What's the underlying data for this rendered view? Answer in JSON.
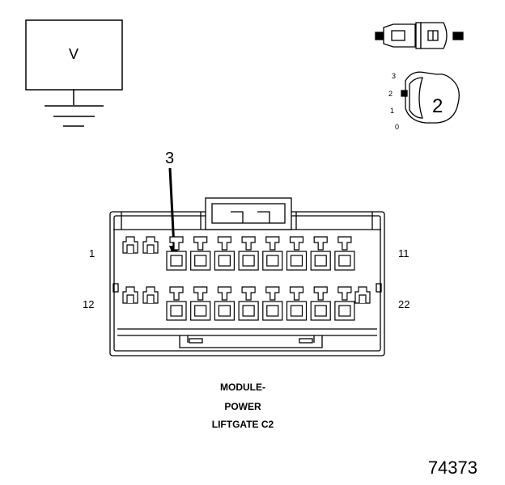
{
  "meter": {
    "label": "V"
  },
  "switch_positions": [
    "3",
    "2",
    "1",
    "0"
  ],
  "callouts": {
    "switch": "2",
    "pin": "3"
  },
  "pin_labels": {
    "top_left": "1",
    "top_right": "11",
    "bottom_left": "12",
    "bottom_right": "22"
  },
  "caption": {
    "line1": "MODULE-",
    "line2": "POWER",
    "line3": "LIFTGATE C2"
  },
  "figure_number": "74373"
}
